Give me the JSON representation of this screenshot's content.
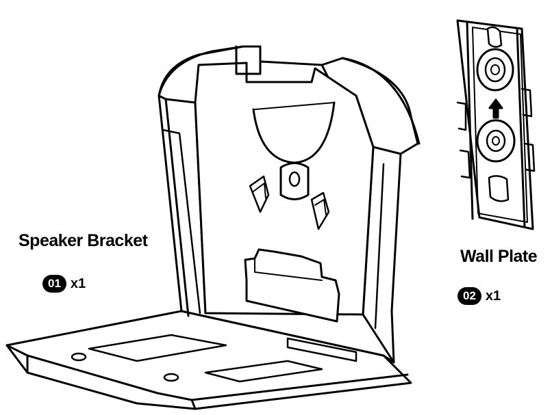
{
  "parts": [
    {
      "name": "Speaker Bracket",
      "number": "01",
      "quantity": "x1"
    },
    {
      "name": "Wall Plate",
      "number": "02",
      "quantity": "x1"
    }
  ],
  "colors": {
    "line": "#000000",
    "fill": "#ffffff",
    "badge": "#000000",
    "badge_text": "#ffffff"
  }
}
